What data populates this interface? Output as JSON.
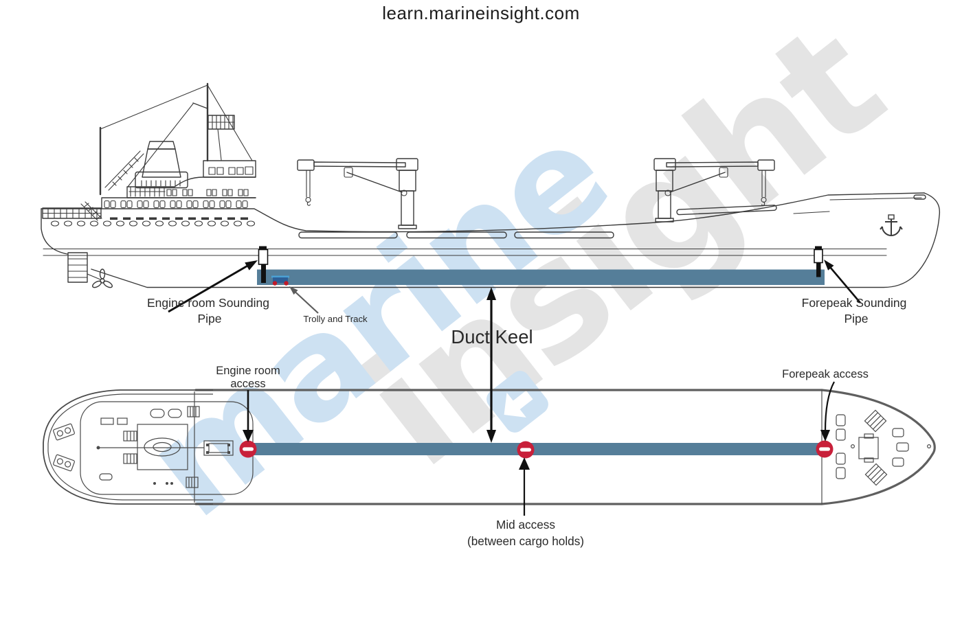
{
  "page": {
    "title": "learn.marineinsight.com"
  },
  "watermark": {
    "word_blue": "marine",
    "word_gray": "insight",
    "blue": "#cde1f2",
    "gray": "#e4e4e4"
  },
  "colors": {
    "duct_keel": "#557e99",
    "access_marker_red": "#c8203a",
    "trolly_body": "#2d5f97",
    "trolly_top": "#4aa0d4",
    "trolly_wheel": "#c11a28"
  },
  "side_view": {
    "labels": {
      "engine_sounding_line1": "Engine room Sounding",
      "engine_sounding_line2": "Pipe",
      "trolly": "Trolly and Track",
      "duct_keel": "Duct Keel",
      "forepeak_sounding_line1": "Forepeak Sounding",
      "forepeak_sounding_line2": "Pipe"
    }
  },
  "plan_view": {
    "labels": {
      "engine_access_line1": "Engine room",
      "engine_access_line2": "access",
      "forepeak_access": "Forepeak access",
      "mid_access_line1": "Mid access",
      "mid_access_line2": "(between cargo holds)"
    }
  }
}
